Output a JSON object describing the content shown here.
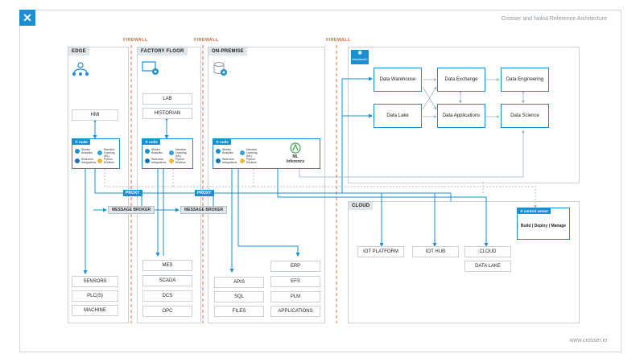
{
  "header": {
    "title": "Crosser and Nokia Reference Architecture",
    "logo_glyph": "✕"
  },
  "footer": {
    "url": "www.crosser.io"
  },
  "firewalls": [
    "FIREWALL",
    "FIREWALL",
    "FIREWALL"
  ],
  "zones": {
    "edge": {
      "label": "EDGE",
      "hmi": "HMI",
      "node_tag": "node",
      "modules": [
        "Stream Analytics",
        "Machine Learning (ML)",
        "Real-time Integrations",
        "Python Runtime"
      ],
      "devices": [
        "SENSORS",
        "PLC(S)",
        "MACHINE"
      ]
    },
    "factory": {
      "label": "FACTORY FLOOR",
      "lab": "LAB",
      "historian": "HISTORIAN",
      "node_tag": "node",
      "modules": [
        "Stream Analytics",
        "Machine Learning (ML)",
        "Real-time Integrations",
        "Python Runtime"
      ],
      "systems": [
        "MES",
        "SCADA",
        "DCS",
        "OPC"
      ]
    },
    "onprem": {
      "label": "ON-PREMISE",
      "node_tag": "node",
      "modules": [
        "Stream Analytics",
        "Machine Learning (ML)",
        "Real-time Integrations",
        "Python Runtime"
      ],
      "ml_line1": "ML",
      "ml_line2": "Inference",
      "left_items": [
        "APIS",
        "SQL",
        "FILES"
      ],
      "right_items": [
        "ERP",
        "EFS",
        "PLM",
        "APPLICATIONS"
      ]
    },
    "nokia": {
      "brand": "MachinaIO",
      "boxes": {
        "data_warehouse": "Data Warehouse",
        "data_exchange": "Data Exchange",
        "data_engineering": "Data Engineering",
        "data_lake": "Data Lake",
        "data_applications": "Data Applications",
        "data_science": "Data Science"
      }
    },
    "cloud": {
      "label": "CLOUD",
      "items": [
        "IOT PLATFORM",
        "IOT HUB",
        "CLOUD",
        "DATA LAKE"
      ],
      "control_center_tag": "control center",
      "control_center_text": "Build | Deploy | Manage"
    }
  },
  "proxy_labels": [
    "PROXY",
    "PROXY"
  ],
  "broker_labels": [
    "MESSAGE BROKER",
    "MESSAGE BROKER"
  ],
  "colors": {
    "accent": "#1b8fd1",
    "firewall": "#e8673c",
    "zone_label_bg": "#e1e6ea"
  },
  "module_colors": [
    "#1b8fd1",
    "#1b8fd1",
    "#1b8fd1",
    "#f2b632"
  ]
}
